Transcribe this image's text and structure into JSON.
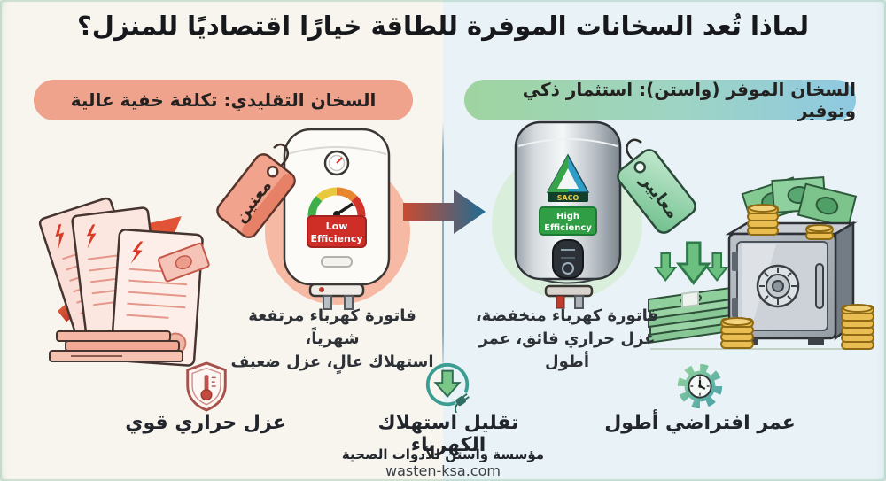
{
  "title": "لماذا تُعد السخانات الموفرة للطاقة خيارًا اقتصاديًا للمنزل؟",
  "traditional": {
    "header": "السخان التقليدي: تكلفة خفية عالية",
    "price_tag": "معنين",
    "badge_line1": "Low",
    "badge_line2": "Efficiency",
    "desc_line1": "فاتورة كهرباء مرتفعة شهرياً،",
    "desc_line2": "استهلاك عالٍ، عزل ضعيف"
  },
  "efficient": {
    "header": "السخان الموفر (واستن): استثمار ذكي وتوفير",
    "price_tag": "معايير",
    "brand": "SACO",
    "badge_line1": "High",
    "badge_line2": "Efficiency",
    "desc_line1": "فاتورة كهرباء منخفضة،",
    "desc_line2": "عزل حراري فائق، عمر أطول"
  },
  "features": [
    {
      "icon": "shield-thermometer-icon",
      "label": "عزل حراري قوي"
    },
    {
      "icon": "reduce-electricity-icon",
      "label": "تقليل استهلاك الكهرباء"
    },
    {
      "icon": "gear-clock-icon",
      "label": "عمر افتراضي أطول"
    }
  ],
  "footer": {
    "company": "مؤسسة واستن للأدوات الصحية",
    "website": "wasten-ksa.com"
  },
  "colors": {
    "traditional_pill": "#efa28c",
    "efficient_pill_green": "#9fd4a0",
    "efficient_pill_blue": "#8ec9e2",
    "left_background": "#f8f5ef",
    "right_background": "#e9f2f6",
    "arrow_red": "#c94b30",
    "arrow_blue": "#1f6b94",
    "traditional_accent": "#d2342a",
    "efficient_accent": "#2f9e45"
  }
}
